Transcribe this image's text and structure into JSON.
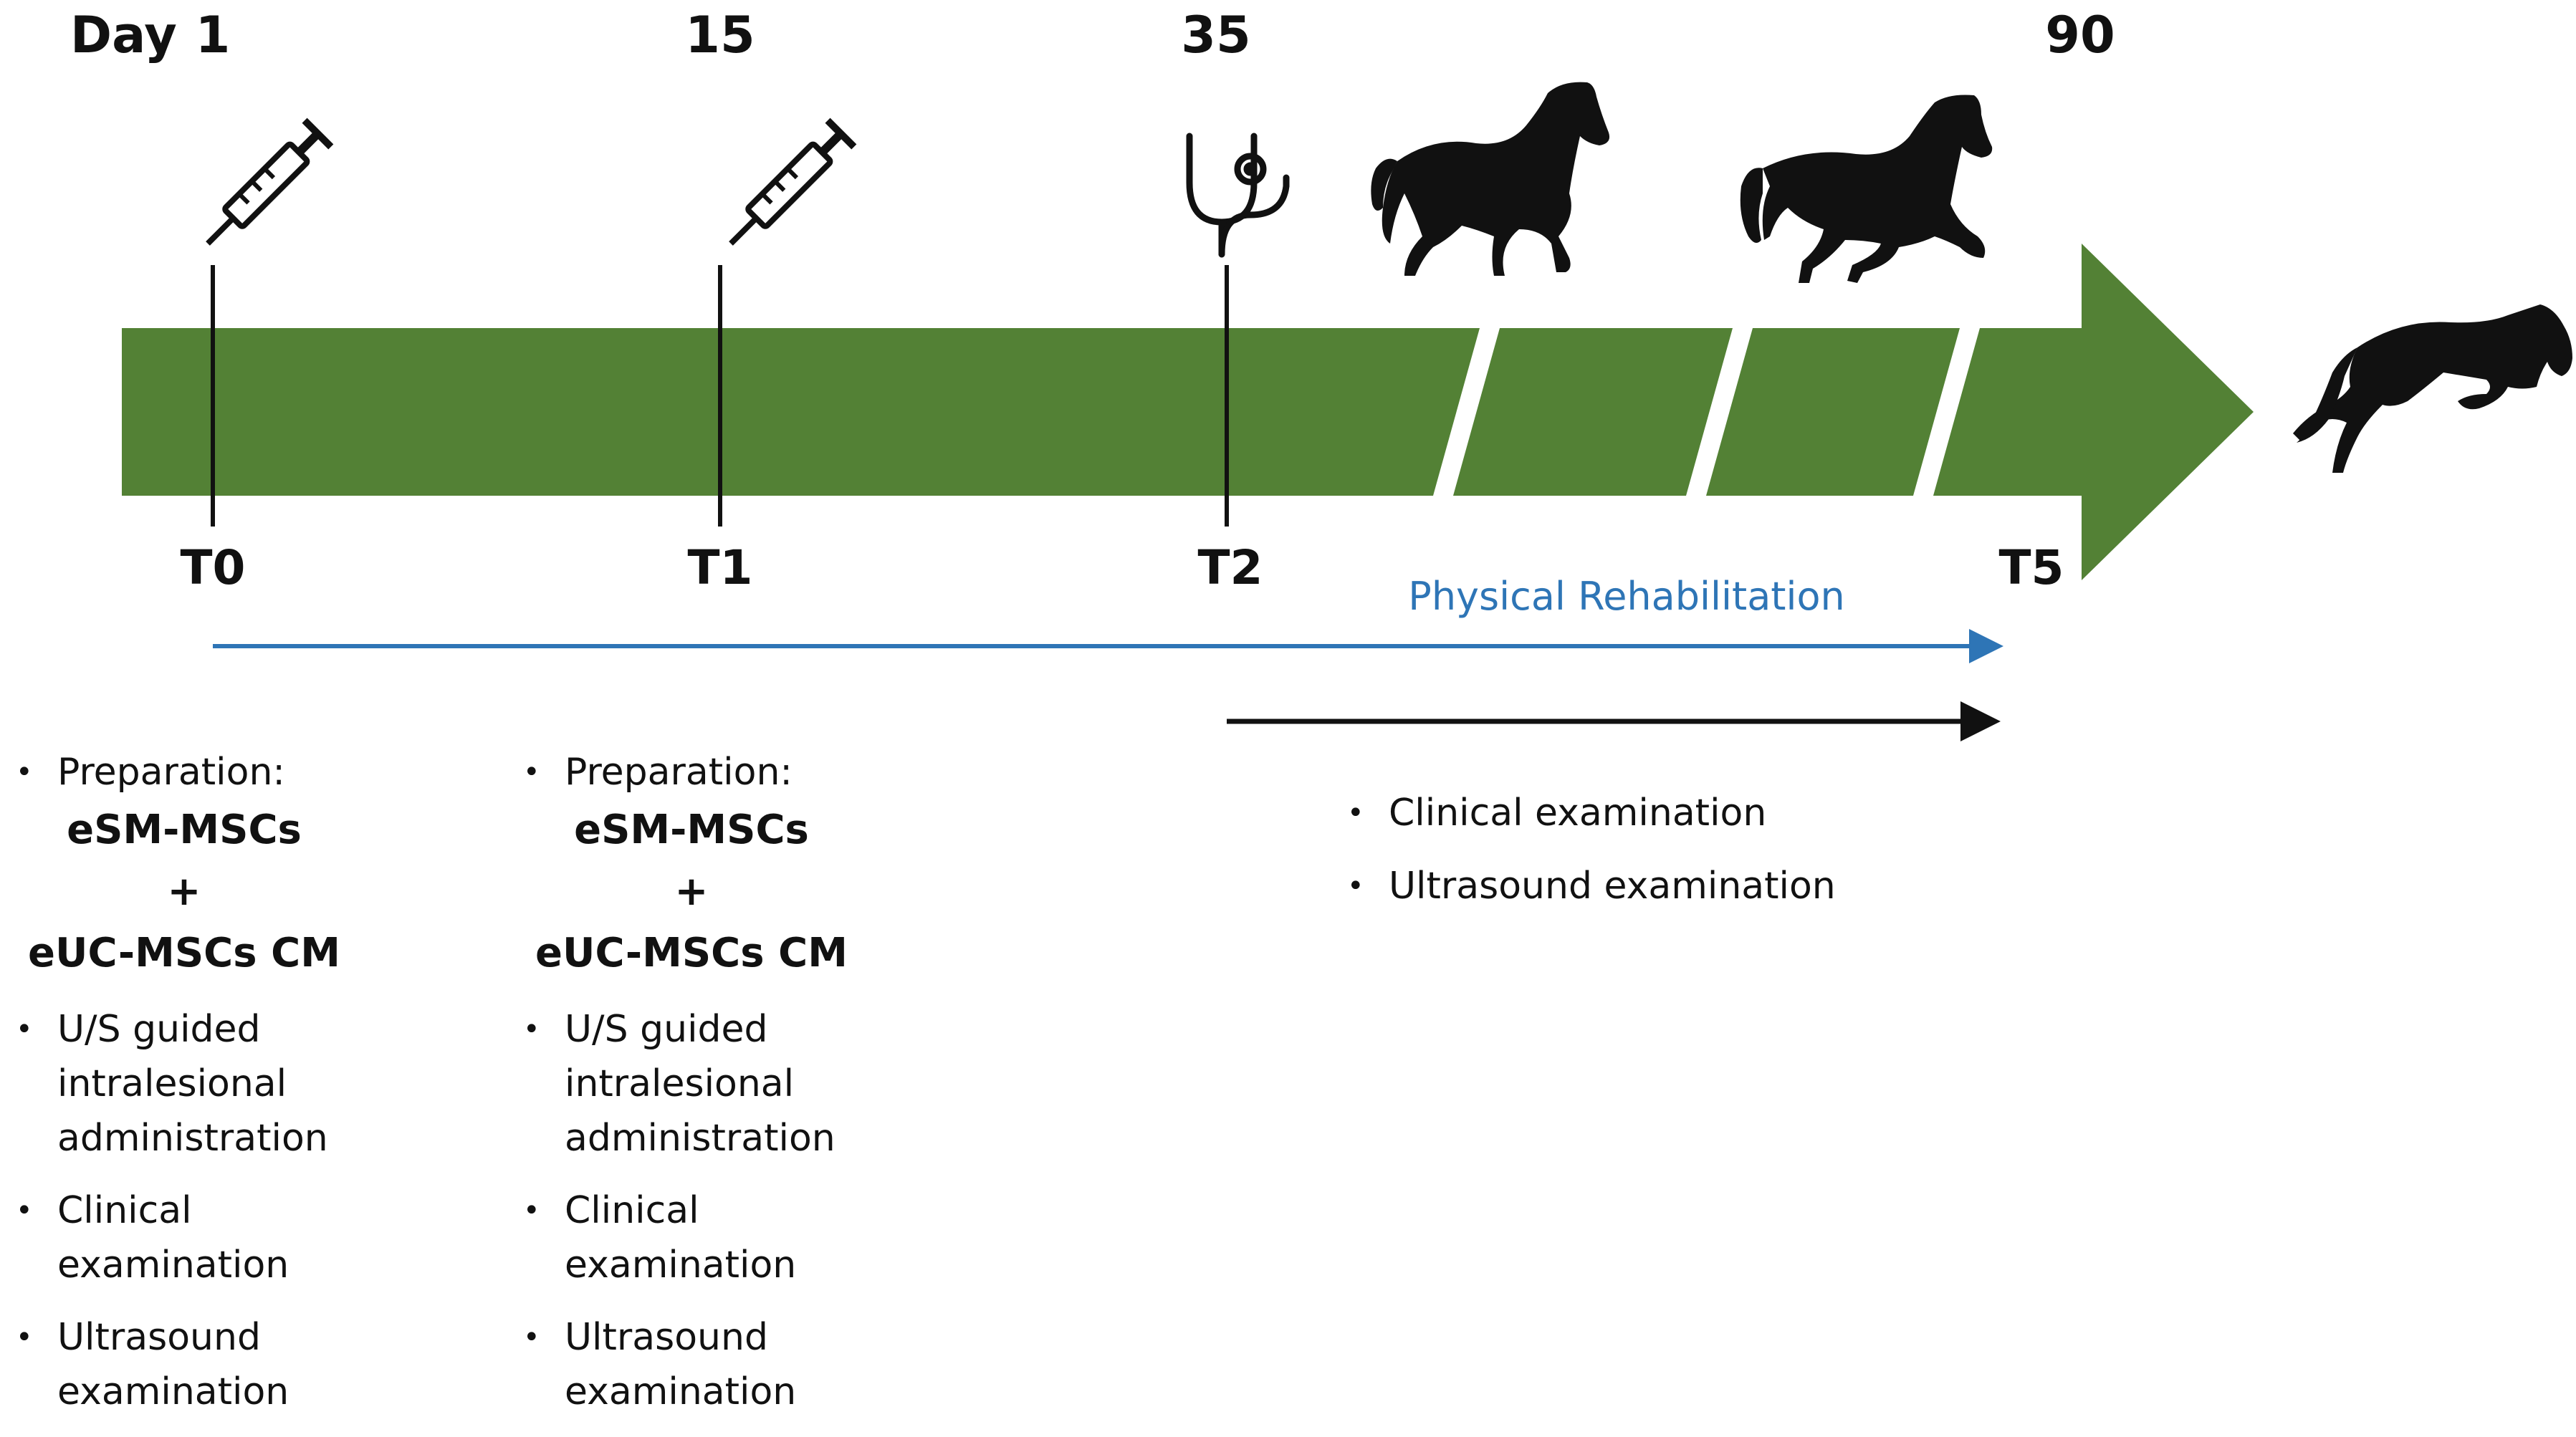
{
  "header": {
    "day_label": "Day",
    "days": [
      "1",
      "15",
      "35",
      "90"
    ]
  },
  "timepoints": [
    "T0",
    "T1",
    "T2",
    "T5"
  ],
  "rehab_label": "Physical Rehabilitation",
  "colors": {
    "arrow_green": "#538135",
    "rehab_blue": "#2e75b6",
    "text": "#111111"
  },
  "icons": [
    "syringe-icon",
    "syringe-icon",
    "stethoscope-icon",
    "horse-walking-icon",
    "horse-trotting-icon",
    "horse-jumping-icon"
  ],
  "columns": [
    {
      "prep_label": "Preparation:",
      "prep_line1": "eSM-MSCs",
      "prep_plus": "+",
      "prep_line2": "eUC-MSCs CM",
      "item_admin": "U/S guided\nintralesional\nadministration",
      "item_clinical": "Clinical\nexamination",
      "item_ultrasound": "Ultrasound\nexamination"
    },
    {
      "prep_label": "Preparation:",
      "prep_line1": "eSM-MSCs",
      "prep_plus": "+",
      "prep_line2": "eUC-MSCs CM",
      "item_admin": "U/S guided\nintralesional\nadministration",
      "item_clinical": "Clinical\nexamination",
      "item_ultrasound": "Ultrasound\nexamination"
    }
  ],
  "followup": {
    "items": [
      "Clinical examination",
      "Ultrasound examination"
    ]
  },
  "bullet": "•"
}
